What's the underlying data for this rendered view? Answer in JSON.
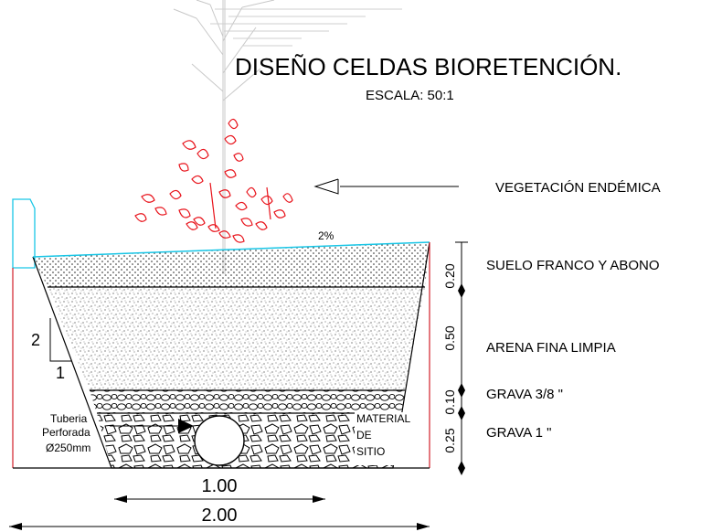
{
  "title": "DISEÑO CELDAS BIORETENCIÓN.",
  "scale": "ESCALA: 50:1",
  "slope_percent": "2%",
  "layers": [
    {
      "label": "VEGETACIÓN ENDÉMICA"
    },
    {
      "label": "SUELO FRANCO Y ABONO",
      "thickness": "0.20"
    },
    {
      "label": "ARENA FINA LIMPIA",
      "thickness": "0.50"
    },
    {
      "label": "GRAVA 3/8 \"",
      "thickness": "0.10"
    },
    {
      "label": "GRAVA 1 \"",
      "thickness": "0.25"
    }
  ],
  "pipe_label": [
    "Tuberia",
    "Perforada",
    "Ø250mm"
  ],
  "side_label": [
    "MATERIAL",
    "DE",
    "SITIO"
  ],
  "side_slope": {
    "rise": "2",
    "run": "1"
  },
  "bottom_width": "1.00",
  "top_width": "2.00",
  "colors": {
    "vegetation": "#e8131b",
    "curb": "#19c6e6",
    "surface_line": "#19c6e6",
    "walls": "#d2202a"
  }
}
